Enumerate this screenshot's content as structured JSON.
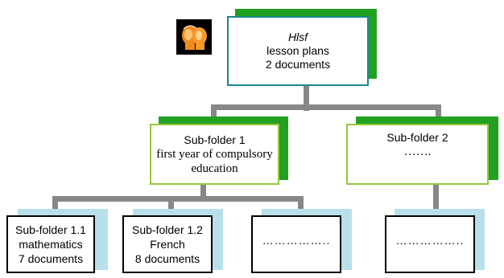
{
  "icon": "two-heads-icon",
  "root": {
    "title": "Hlsf",
    "line1": "lesson plans",
    "line2": "2 documents"
  },
  "sub1": {
    "title": "Sub-folder 1",
    "line1": "first year of compulsory",
    "line2": "education"
  },
  "sub2": {
    "title": "Sub-folder 2",
    "line1": "……."
  },
  "leaves": [
    {
      "title": "Sub-folder 1.1",
      "line1": "mathematics",
      "line2": "7 documents"
    },
    {
      "title": "Sub-folder 1.2",
      "line1": "French",
      "line2": "8 documents"
    },
    {
      "dots": "…………….."
    },
    {
      "dots": "…………….."
    }
  ],
  "colors": {
    "root_border": "#18888d",
    "root_shadow": "#22a022",
    "mid_border": "#93c83c",
    "mid_shadow": "#22a022",
    "leaf_shadow": "#b9dfe8",
    "connector": "#888888"
  }
}
